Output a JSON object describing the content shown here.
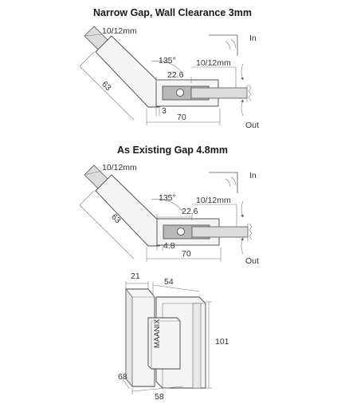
{
  "diagram_1": {
    "title": "Narrow Gap, Wall Clearance 3mm",
    "glass_left": "10/12mm",
    "glass_right": "10/12mm",
    "angle": "135°",
    "dim_top": "22.6",
    "dim_leg": "63",
    "dim_gap": "3",
    "dim_width": "70",
    "label_in": "In",
    "label_out": "Out"
  },
  "diagram_2": {
    "title": "As Existing Gap 4.8mm",
    "glass_left": "10/12mm",
    "glass_right": "10/12mm",
    "angle": "135°",
    "dim_top": "22.6",
    "dim_leg": "63",
    "dim_gap": "4.8",
    "dim_width": "70",
    "label_in": "In",
    "label_out": "Out"
  },
  "diagram_3": {
    "dim_depth_top": "21",
    "dim_plate": "54",
    "dim_height": "101",
    "dim_side": "68",
    "dim_bottom": "58",
    "engraving": "MAANIX"
  }
}
